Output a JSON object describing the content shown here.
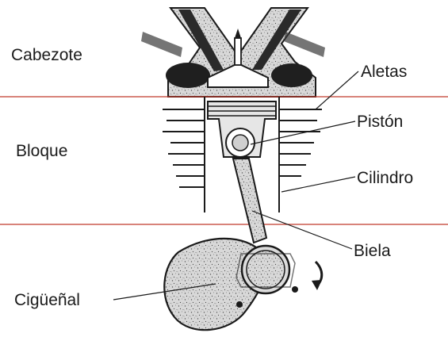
{
  "labels": {
    "cabezote": "Cabezote",
    "bloque": "Bloque",
    "aletas": "Aletas",
    "piston": "Pistón",
    "cilindro": "Cilindro",
    "biela": "Biela",
    "ciguenal": "Cigüeñal"
  },
  "colors": {
    "section_line": "#c0392b",
    "ink": "#1a1a1a",
    "part_fill": "#cfcfcf",
    "background": "#ffffff"
  }
}
